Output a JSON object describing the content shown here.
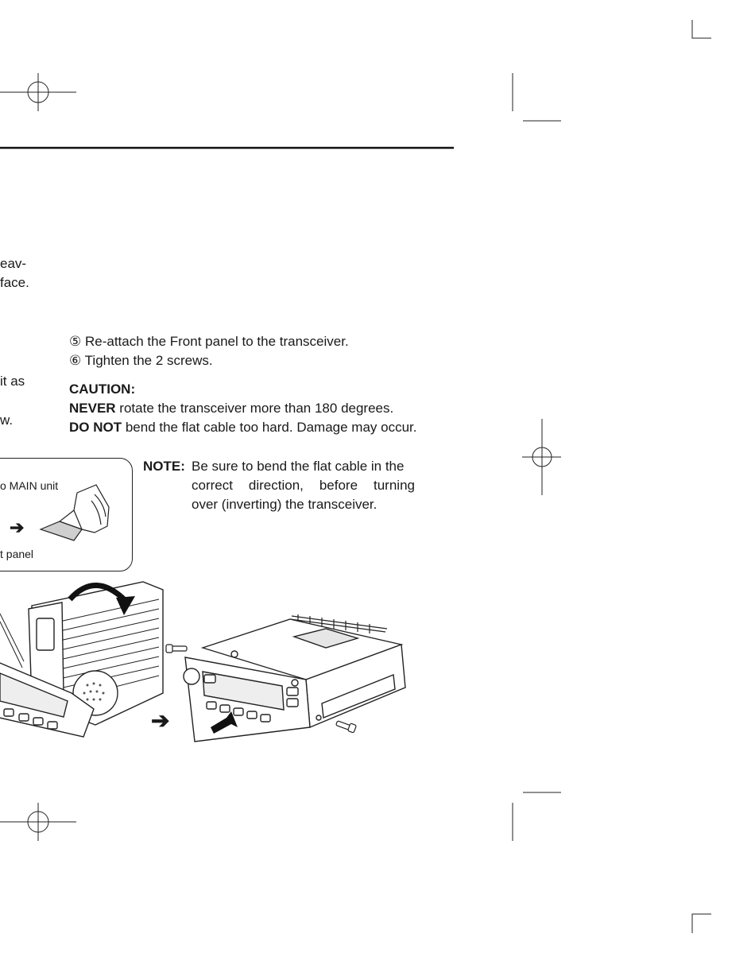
{
  "left_fragments": [
    "eav-",
    "face.",
    "it as",
    "w."
  ],
  "steps": [
    {
      "marker": "⑤",
      "text": "Re-attach the Front panel to the transceiver."
    },
    {
      "marker": "⑥",
      "text": "Tighten the 2 screws."
    }
  ],
  "caution": {
    "heading": "CAUTION:",
    "line1_bold": "NEVER",
    "line1_rest": " rotate the transceiver more than 180 degrees.",
    "line2_bold": "DO NOT",
    "line2_rest": " bend the flat cable too hard. Damage may occur."
  },
  "note": {
    "label": "NOTE:",
    "lines": [
      "Be sure to bend the flat cable in the",
      "correct direction, before turning",
      "over (inverting) the transceiver."
    ]
  },
  "callout": {
    "label_top": "o MAIN unit",
    "label_bottom": "t panel",
    "arrow": "➔"
  },
  "figure": {
    "arrow_between": "➔"
  }
}
